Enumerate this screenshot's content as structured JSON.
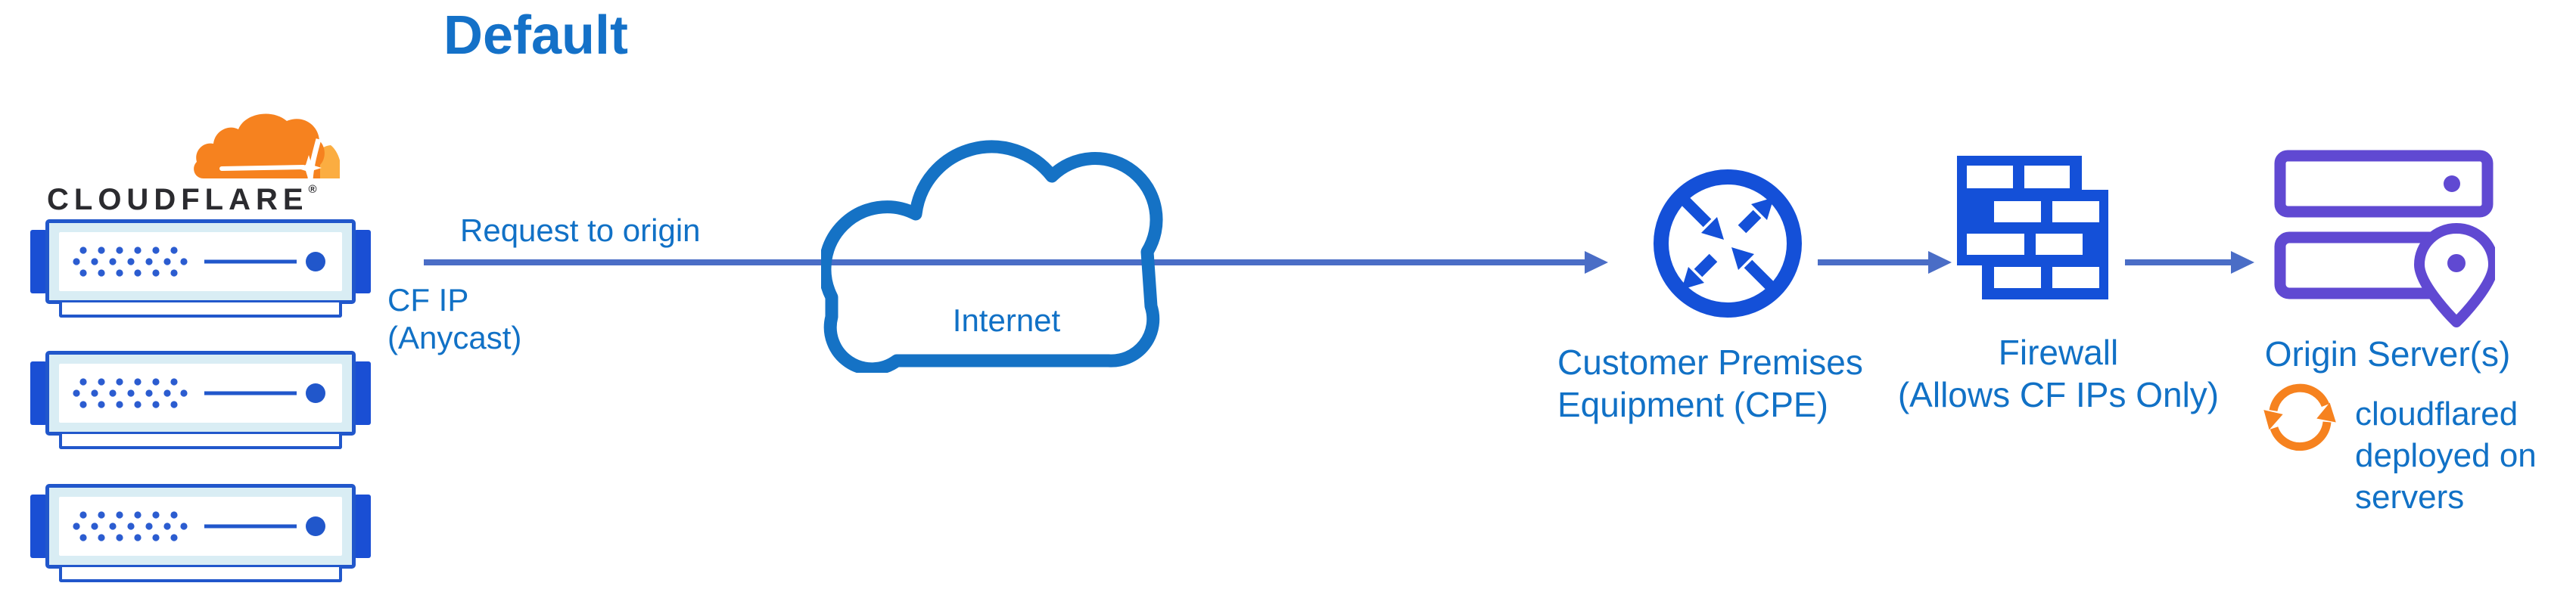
{
  "title": "Default",
  "cloudflare": {
    "wordmark": "CLOUDFLARE",
    "registered": "®"
  },
  "flow": {
    "request_label": "Request to origin",
    "cf_ip_lines": [
      "CF IP",
      "(Anycast)"
    ]
  },
  "internet_label": "Internet",
  "cpe_label_lines": [
    "Customer Premises",
    "Equipment (CPE)"
  ],
  "firewall_label_lines": [
    "Firewall",
    "(Allows CF IPs Only)"
  ],
  "origin_label": "Origin Server(s)",
  "cloudflared_note_lines": [
    "cloudflared",
    "deployed on",
    "servers"
  ],
  "colors": {
    "title_text": "#1471c8",
    "label_text": "#1171c6",
    "flow_line": "#4a6dc6",
    "icon_blue": "#1450d8",
    "server_border_blue": "#2157cb",
    "server_band": "#d9edf4",
    "cloud_outline": "#1572c5",
    "origin_purple": "#6049d2",
    "cloudflare_orange": "#f6821f",
    "cloudflare_orange_light": "#fbad41",
    "wordmark_text": "#2b2b2f"
  }
}
